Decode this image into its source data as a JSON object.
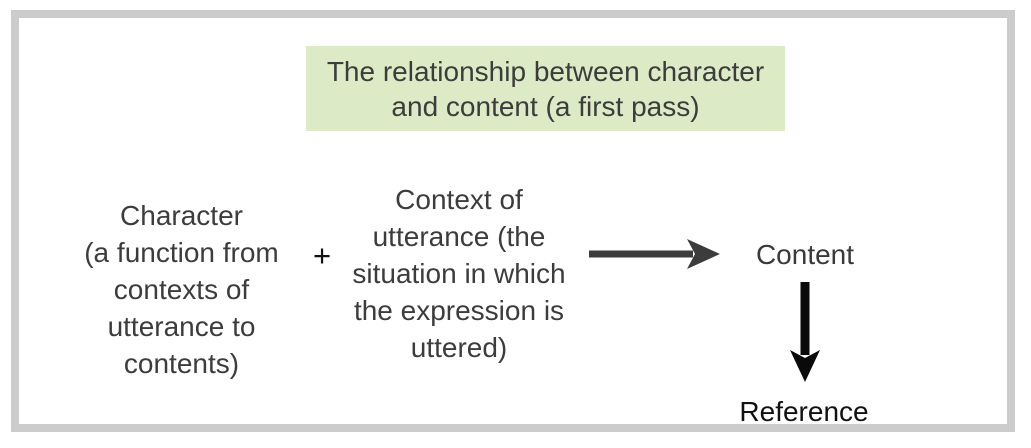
{
  "title": {
    "text": "The relationship between character\nand content (a first pass)"
  },
  "diagram": {
    "character_block": "Character\n(a function from\ncontexts of\nutterance to\ncontents)",
    "plus_sign": "+",
    "context_block": "Context of\nutterance (the\nsituation in which\nthe expression is\nuttered)",
    "content_label": "Content",
    "reference_label": "Reference"
  },
  "icons": {
    "right_arrow": "right-arrow-icon",
    "down_arrow": "down-arrow-icon"
  },
  "colors": {
    "page_bg": "#ffffff",
    "frame_border": "#cccccc",
    "title_bg": "#dceac5",
    "text_main": "#3c3c3c",
    "text_content": "#3a3a3a",
    "text_reference": "#111111",
    "arrow_dark": "#3c3c3c",
    "arrow_black": "#0a0a0a"
  }
}
